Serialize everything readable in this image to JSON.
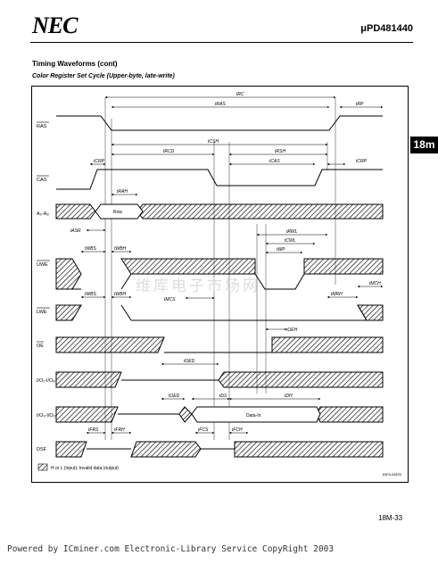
{
  "header": {
    "logo": "NEC",
    "part_number": "μPD481440"
  },
  "section_title": "Timing Waveforms (cont)",
  "diagram_title": "Color Register Set Cycle (Upper-byte, late-write)",
  "side_tab": "18m",
  "signals": [
    "RAS",
    "CAS",
    "A₀-A₈",
    "UWE",
    "LWE",
    "OE",
    "I/O₁-I/O₈",
    "I/O₉-I/O₁₆",
    "DSF"
  ],
  "bus_labels": {
    "row": "Row",
    "data_in": "Data-In"
  },
  "timings": [
    "tRC",
    "tRAS",
    "tRP",
    "tCSH",
    "tRCD",
    "tRSH",
    "tCAS",
    "tCRP",
    "tCRP",
    "tRAH",
    "tASR",
    "tRWL",
    "tCWL",
    "tWP",
    "tWBS",
    "tWBH",
    "tWBS",
    "tWBH",
    "tMCS",
    "tMRH",
    "tMCH",
    "tOEH",
    "tOED",
    "tOED",
    "tDS",
    "tDH",
    "tFRS",
    "tFRH",
    "tFCS",
    "tFCH"
  ],
  "legend": "H or L (input); Invalid data (output)",
  "figure_id": "83FA-64825",
  "page_number": "18M-33",
  "watermark": "维库电子市场网",
  "footer": "Powered by ICminer.com Electronic-Library Service CopyRight 2003"
}
